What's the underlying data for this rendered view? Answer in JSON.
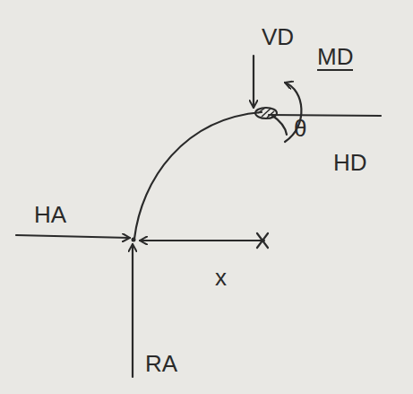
{
  "diagram": {
    "labels": [
      "HA",
      "RA",
      "x",
      "VD",
      "MD",
      "θ",
      "HD"
    ]
  }
}
